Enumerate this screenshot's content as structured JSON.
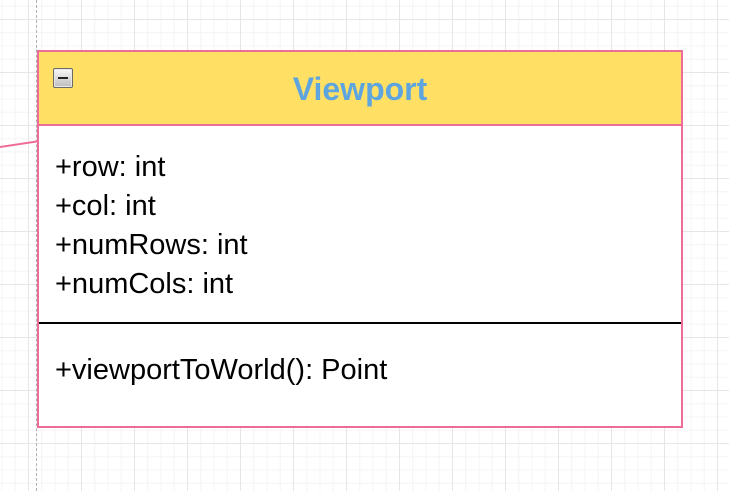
{
  "diagram": {
    "class": {
      "name": "Viewport",
      "collapse_icon": "collapse-minus-icon",
      "attributes": [
        "+row: int",
        "+col: int",
        "+numRows: int",
        "+numCols: int"
      ],
      "operations": [
        "+viewportToWorld(): Point"
      ]
    },
    "colors": {
      "header_fill": "#ffe064",
      "border": "#ee6d98",
      "title_text": "#5ea5e0",
      "connector": "#ee6d98"
    }
  }
}
